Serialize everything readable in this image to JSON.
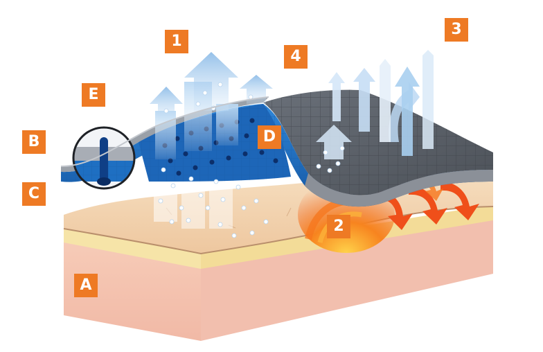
{
  "labels": {
    "one": "1",
    "two": "2",
    "three": "3",
    "four": "4",
    "a": "A",
    "b": "B",
    "c": "C",
    "d": "D",
    "e": "E"
  },
  "colors": {
    "badge": "#ee7a24",
    "fabric_blue": "#1e6fc2",
    "fabric_grey": "#5e636b",
    "skin": "#f1d2ad",
    "fat_layer": "#f6e4a8",
    "dermis": "#f4c2b2",
    "heat": "#f2591a",
    "vapor": "#a9cff0"
  }
}
